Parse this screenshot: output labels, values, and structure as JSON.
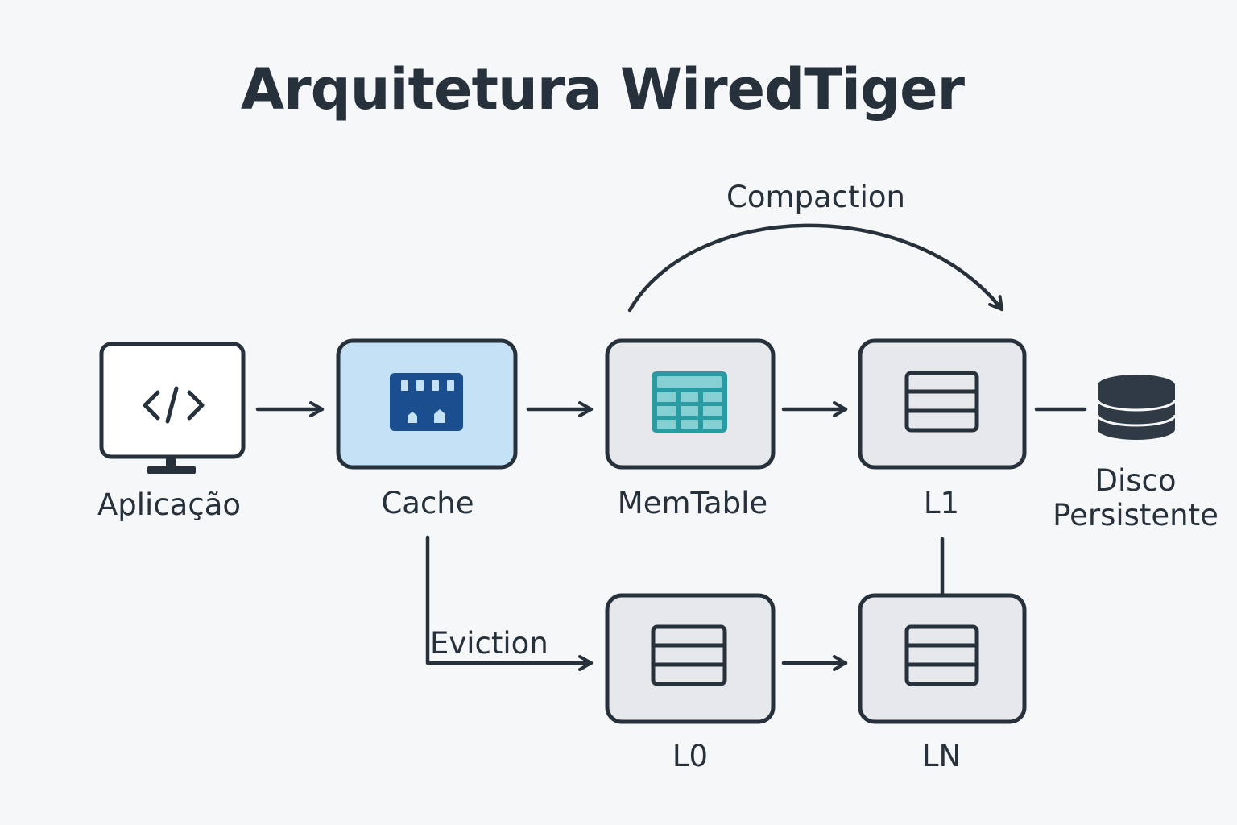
{
  "title": "Arquitetura WiredTiger",
  "nodes": {
    "app": {
      "label": "Aplicação",
      "icon": "code-monitor-icon"
    },
    "cache": {
      "label": "Cache",
      "icon": "memory-chip-icon"
    },
    "memtable": {
      "label": "MemTable",
      "icon": "table-grid-icon"
    },
    "l1": {
      "label": "L1",
      "icon": "stack-layers-icon"
    },
    "disk": {
      "label_line1": "Disco",
      "label_line2": "Persistente",
      "icon": "database-icon"
    },
    "l0": {
      "label": "L0",
      "icon": "stack-layers-icon"
    },
    "ln": {
      "label": "LN",
      "icon": "stack-layers-icon"
    }
  },
  "edges": {
    "compaction": "Compaction",
    "eviction": "Eviction"
  },
  "colors": {
    "stroke": "#27313c",
    "node_fill": "#e7e8eb",
    "cache_fill": "#c5e1f5",
    "chip_blue": "#1b4e8f",
    "table_teal": "#2a9ba3",
    "table_cell": "#86d0d4"
  }
}
